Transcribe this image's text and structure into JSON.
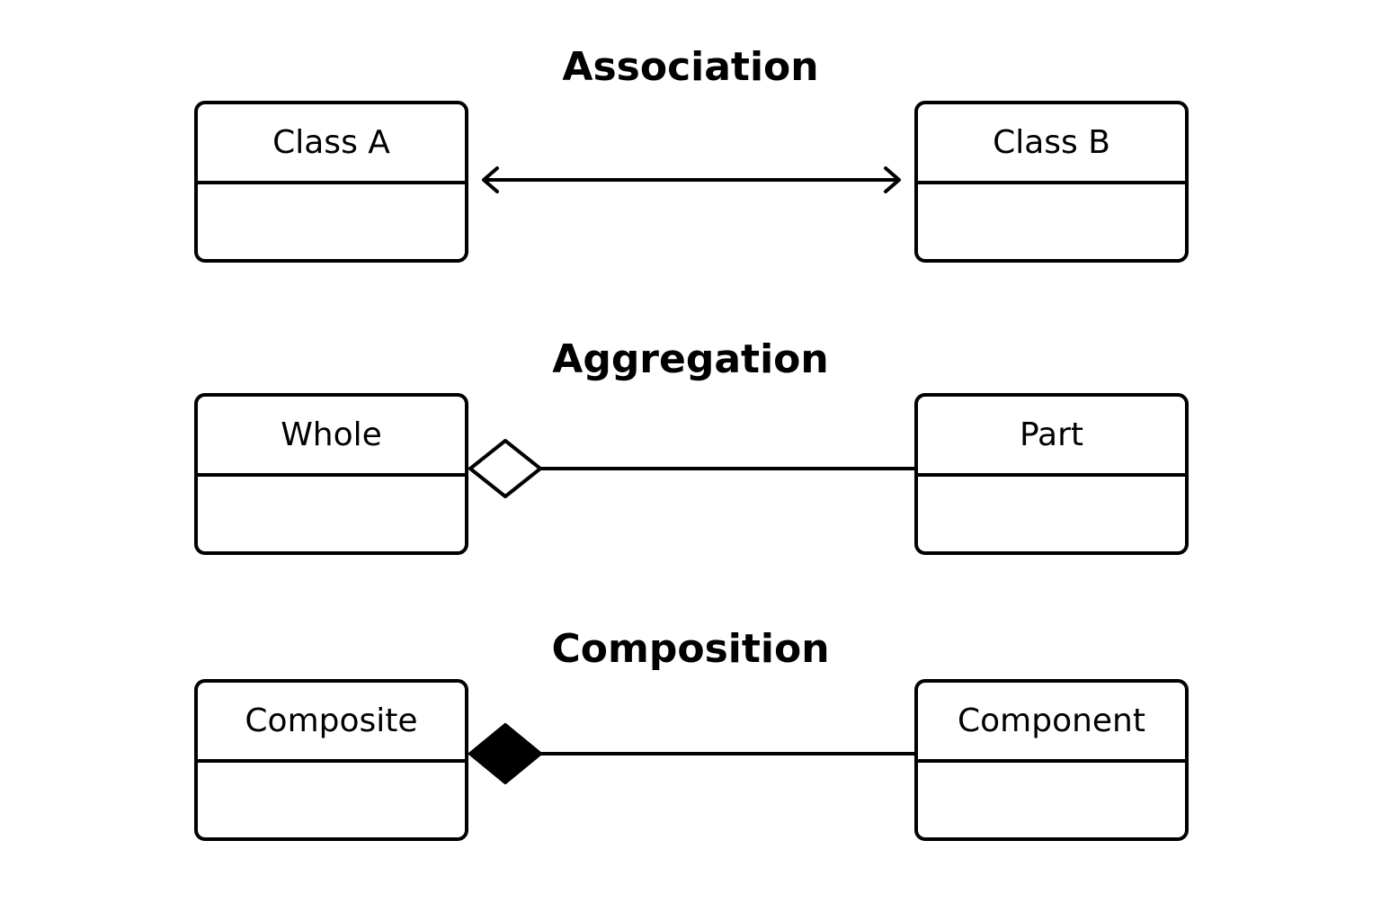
{
  "colors": {
    "stroke": "#000000",
    "background": "#ffffff"
  },
  "association": {
    "title": "Association",
    "class_a": "Class A",
    "class_b": "Class B"
  },
  "aggregation": {
    "title": "Aggregation",
    "whole": "Whole",
    "part": "Part"
  },
  "composition": {
    "title": "Composition",
    "composite": "Composite",
    "component": "Component"
  }
}
